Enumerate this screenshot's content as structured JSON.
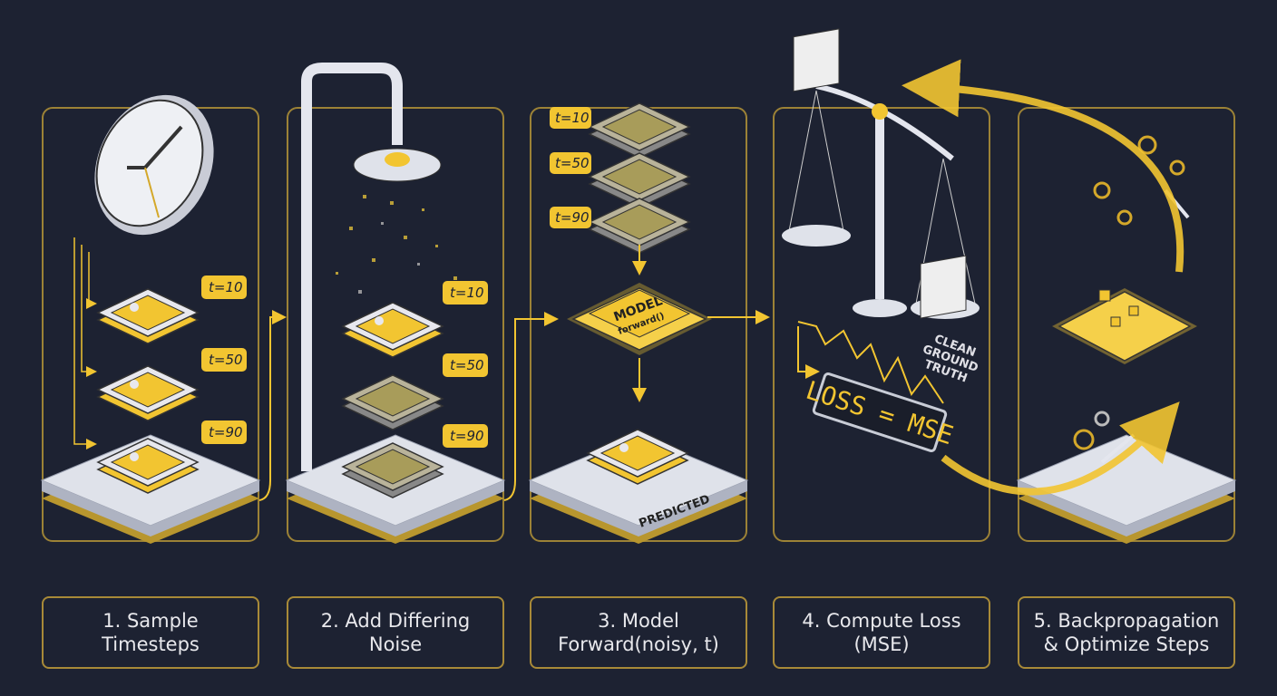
{
  "steps": [
    {
      "label": "1. Sample\nTimesteps"
    },
    {
      "label": "2. Add Differing\nNoise"
    },
    {
      "label": "3. Model\nForward(noisy, t)"
    },
    {
      "label": "4. Compute Loss\n(MSE)"
    },
    {
      "label": "5. Backpropagation\n& Optimize Steps"
    }
  ],
  "timesteps": [
    "t=10",
    "t=50",
    "t=90"
  ],
  "model_chip": {
    "title": "MODEL",
    "subtitle": "forward()"
  },
  "predicted_label": "PREDICTED",
  "loss_display": "LOSS = MSE",
  "ground_truth_label": [
    "CLEAN",
    "GROUND",
    "TRUTH"
  ],
  "colors": {
    "background": "#1d2232",
    "accent": "#f2c531",
    "border": "#9c8236",
    "platform": "#dfe2ea"
  }
}
